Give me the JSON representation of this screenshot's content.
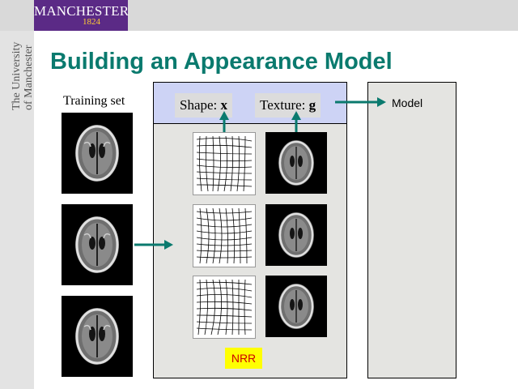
{
  "header": {
    "logo_name": "MANCHESTER",
    "logo_year": "1824",
    "sidebar_text_1": "The University",
    "sidebar_text_2": "of Manchester"
  },
  "slide": {
    "title": "Building an Appearance Model",
    "training_label": "Training set",
    "shape_label": "Shape:",
    "shape_var": "x",
    "texture_label": "Texture:",
    "texture_var": "g",
    "model_label": "Model",
    "nrr_label": "NRR"
  },
  "colors": {
    "title": "#0a7a6e",
    "arrow": "#0a7a6e",
    "logo_bg": "#5b2a86",
    "nrr_bg": "#ffff00",
    "nrr_text": "#cc0000",
    "nrr_top": "#cdd3f5"
  }
}
